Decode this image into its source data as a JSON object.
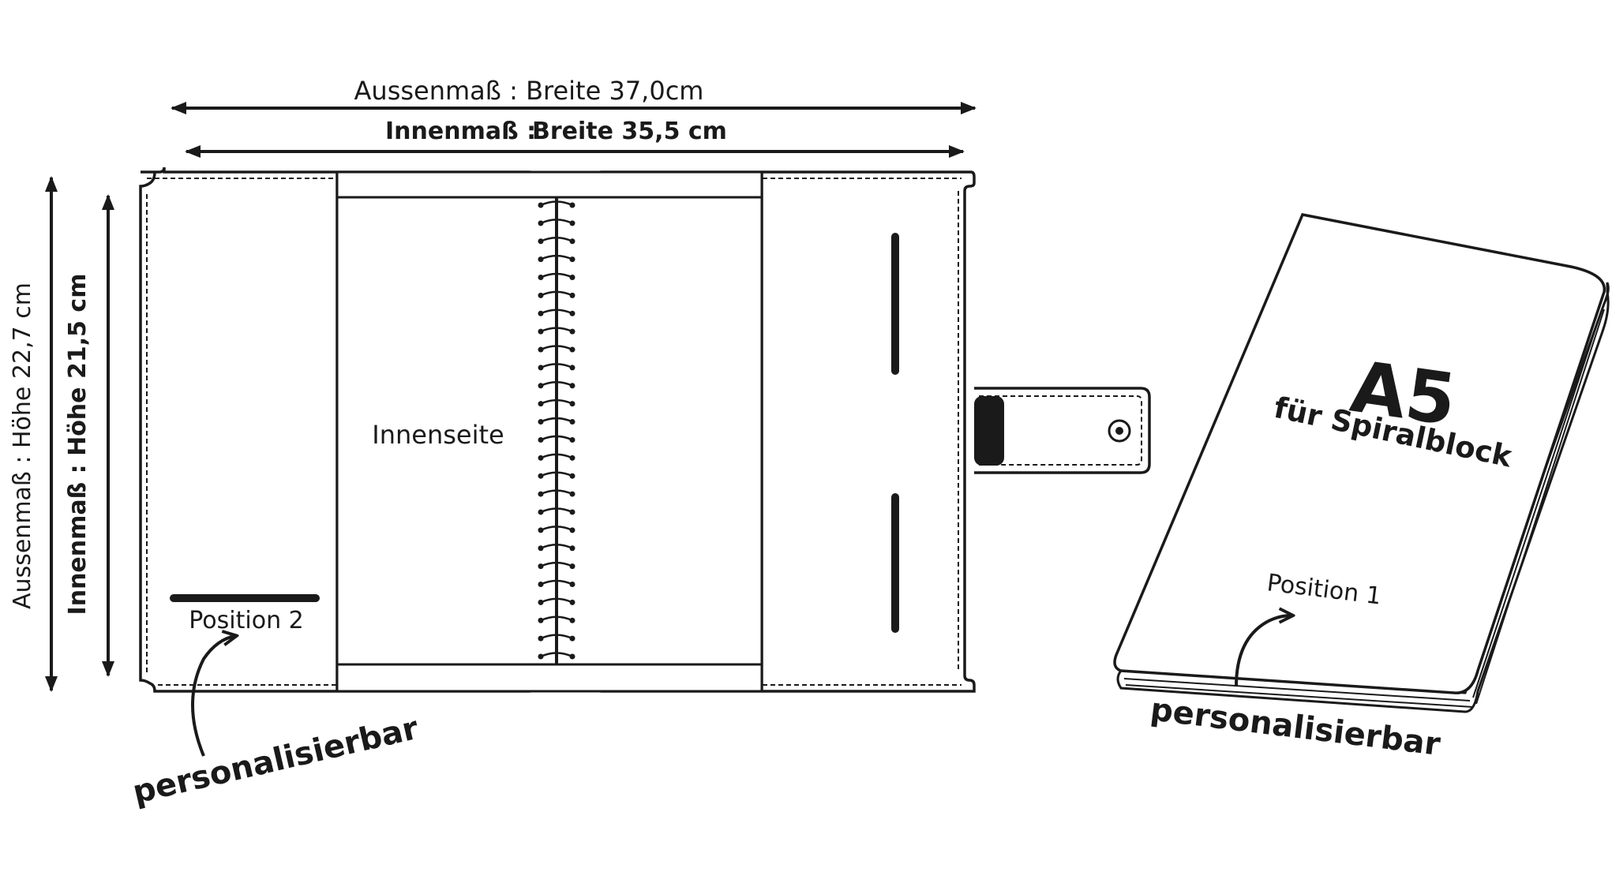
{
  "dimensions": {
    "outer_width": "Aussenmaß : Breite 37,0cm",
    "inner_width_prefix": "Innenmaß :",
    "inner_width_value": "Breite 35,5 cm",
    "outer_height": "Aussenmaß : Höhe 22,7 cm",
    "inner_height": "Innenmaß : Höhe 21,5 cm"
  },
  "folder": {
    "inner_page_label": "Innenseite",
    "position_label": "Position 2",
    "personalize_label": "personalisierbar"
  },
  "notebook": {
    "size_label": "A5",
    "type_label": "für Spiralblock",
    "position_label": "Position 1",
    "personalize_label": "personalisierbar"
  },
  "colors": {
    "line": "#1a1a1a",
    "background": "#ffffff"
  }
}
